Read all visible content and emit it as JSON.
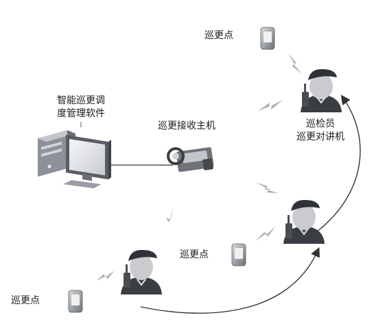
{
  "labels": {
    "software_line1": "智能巡更调",
    "software_line2": "度管理软件",
    "receiver": "巡更接收主机",
    "patrol_point_top": "巡更点",
    "patrol_point_mid": "巡更点",
    "patrol_point_left": "巡更点",
    "guard_line1": "巡检员",
    "guard_line2": "巡更对讲机"
  },
  "colors": {
    "device_dark": "#5f6368",
    "device_light": "#b8bcc2",
    "uniform": "#3a3d42",
    "skin": "#c9cbce",
    "signal": "#a9adb3",
    "line": "#333333"
  }
}
